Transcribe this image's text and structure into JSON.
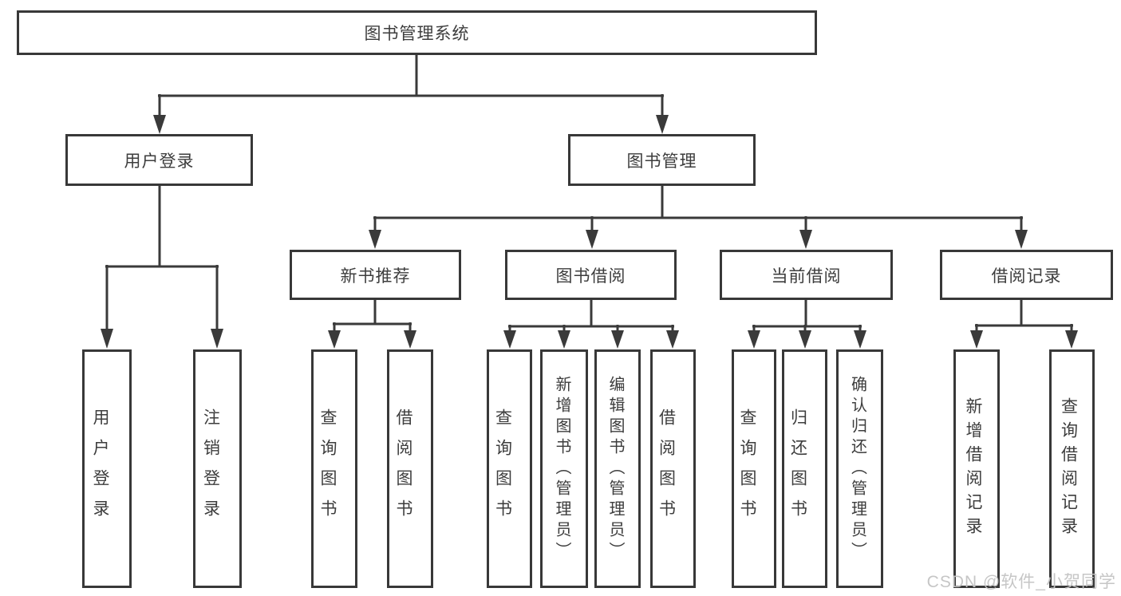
{
  "diagram": {
    "root": {
      "label": "图书管理系统"
    },
    "level2": [
      {
        "label": "用户登录"
      },
      {
        "label": "图书管理"
      }
    ],
    "level3": [
      {
        "label": "新书推荐"
      },
      {
        "label": "图书借阅"
      },
      {
        "label": "当前借阅"
      },
      {
        "label": "借阅记录"
      }
    ],
    "leaves": [
      {
        "label": "用户登录"
      },
      {
        "label": "注销登录"
      },
      {
        "label": "查询图书"
      },
      {
        "label": "借阅图书"
      },
      {
        "label": "查询图书"
      },
      {
        "label": "新增图书（管理员）"
      },
      {
        "label": "编辑图书（管理员）"
      },
      {
        "label": "借阅图书"
      },
      {
        "label": "查询图书"
      },
      {
        "label": "归还图书"
      },
      {
        "label": "确认归还（管理员）"
      },
      {
        "label": "新增借阅记录"
      },
      {
        "label": "查询借阅记录"
      }
    ],
    "colors": {
      "line": "#3a3a3a",
      "text": "#3d3d3d",
      "background": "#ffffff",
      "watermark": "#c3c3c3"
    }
  },
  "watermark": {
    "text": "CSDN @软件_小贺同学"
  }
}
